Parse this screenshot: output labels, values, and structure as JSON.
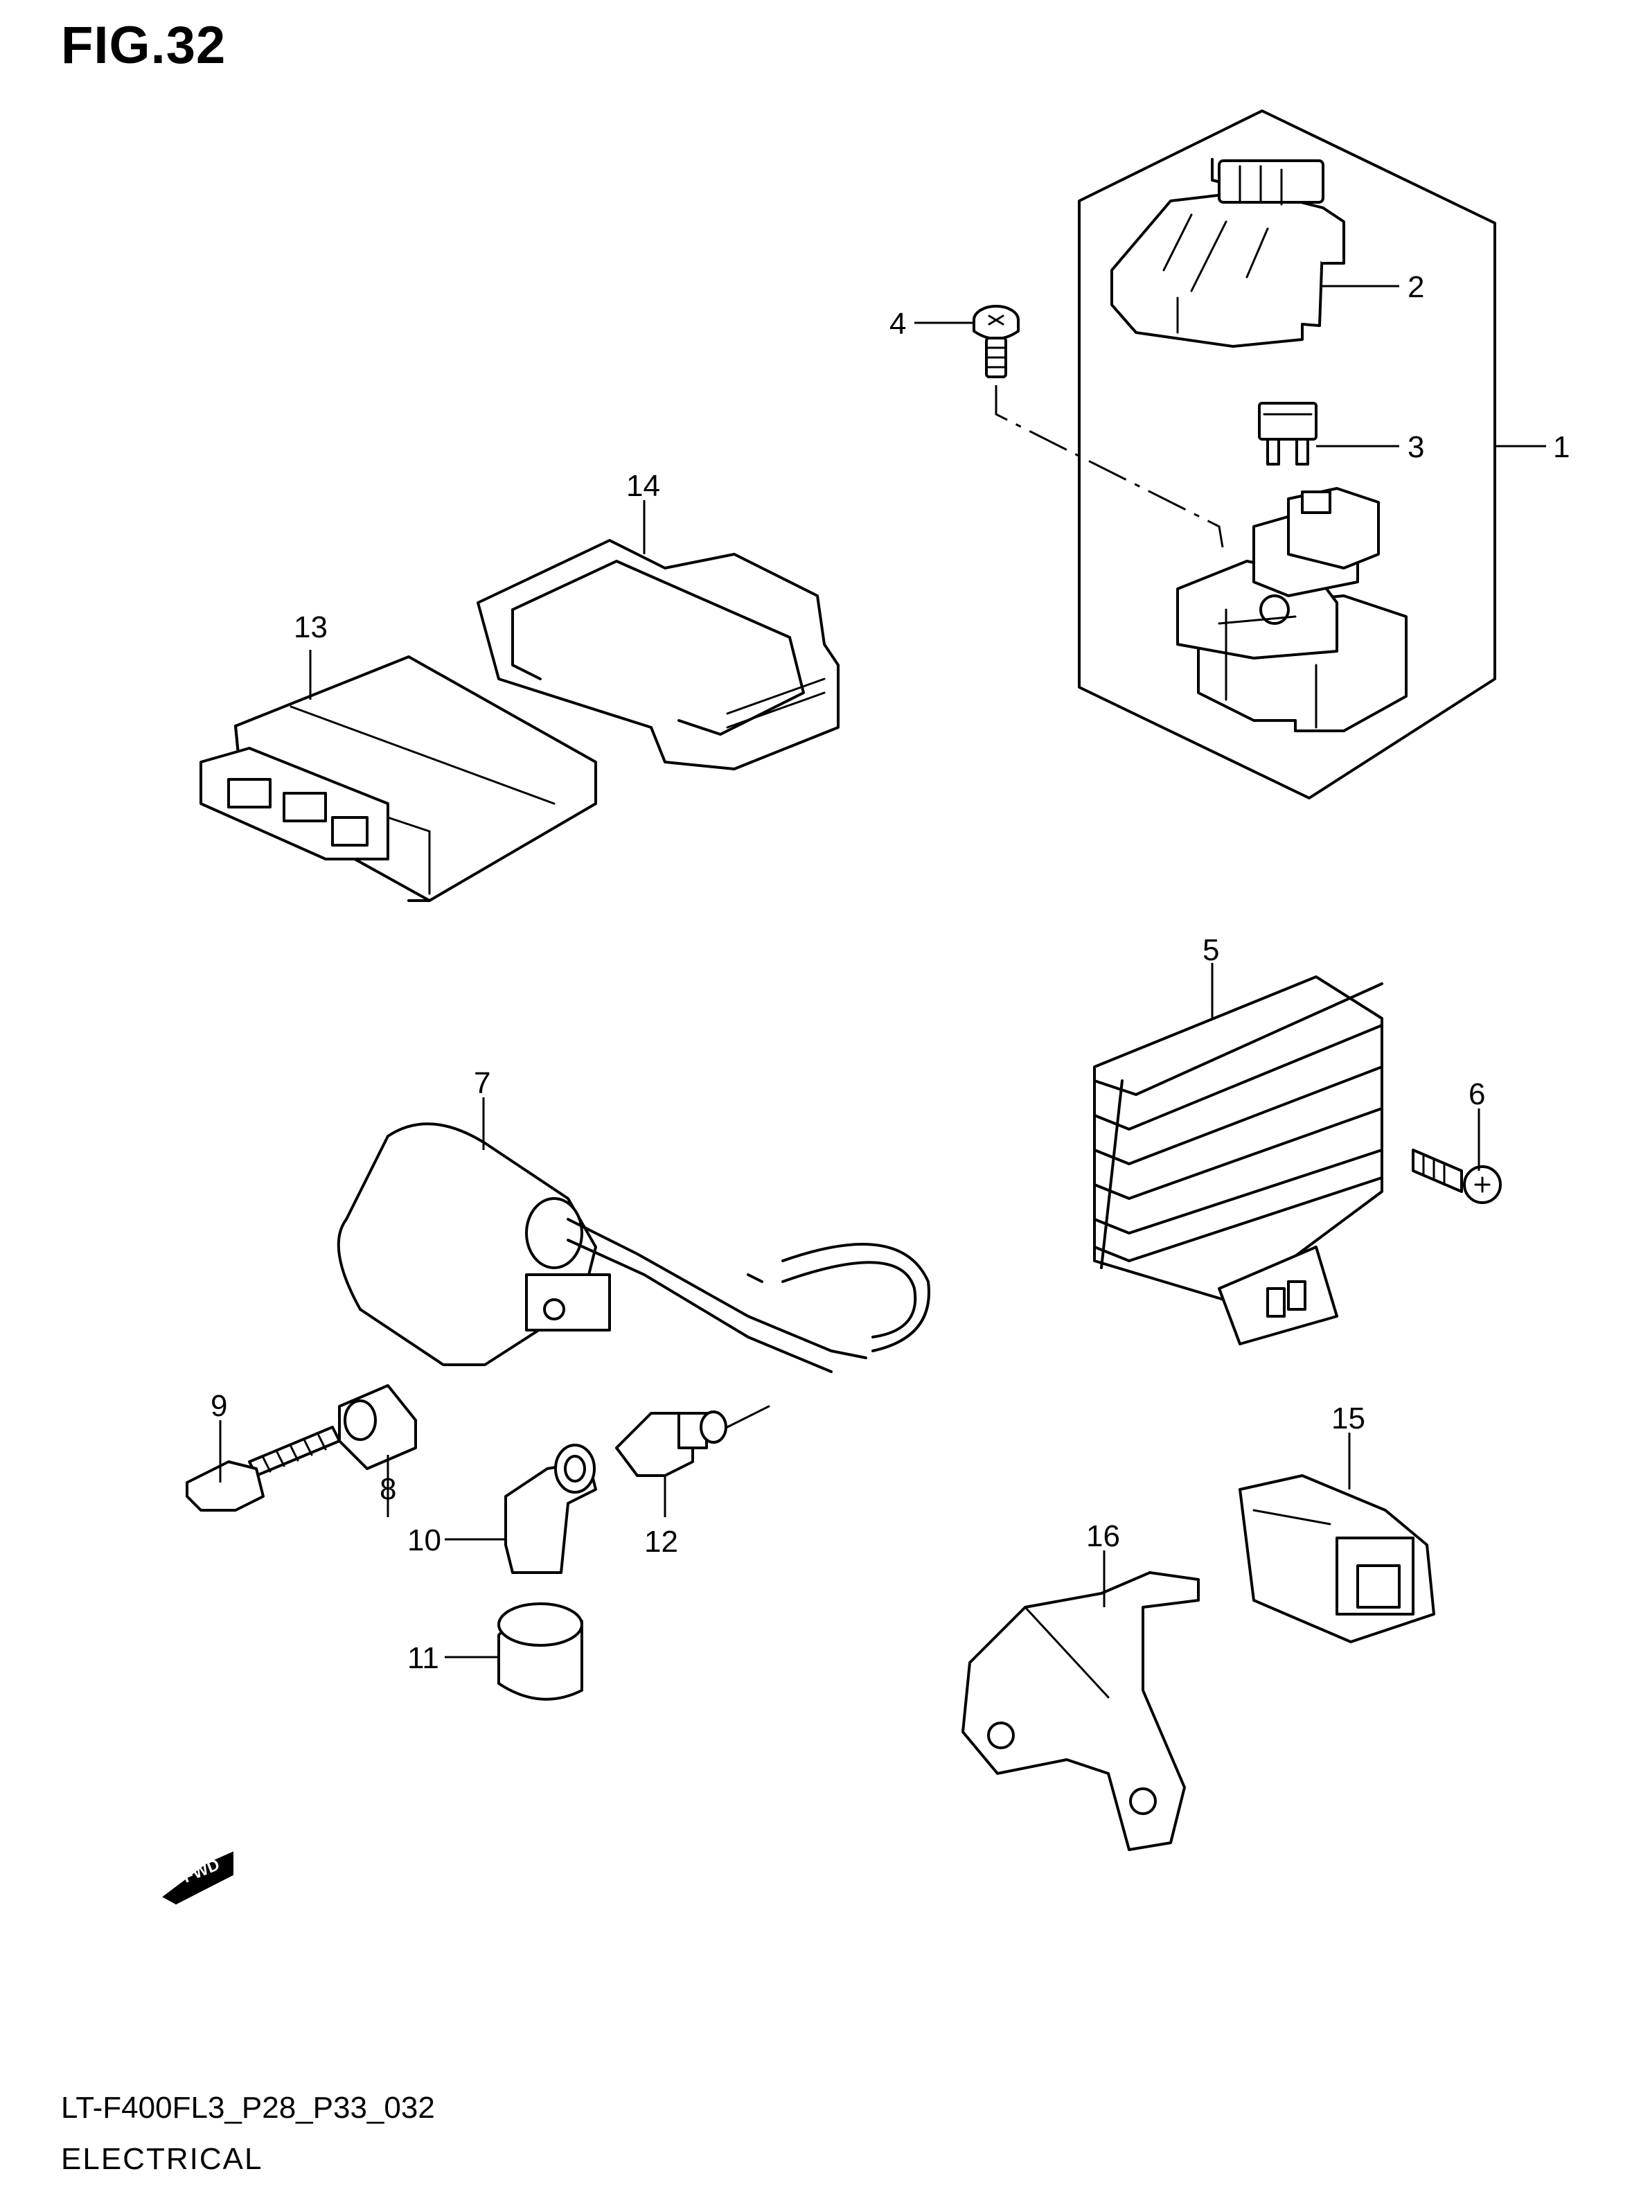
{
  "figure": {
    "title": "FIG.32",
    "code": "LT-F400FL3_P28_P33_032",
    "name": "ELECTRICAL"
  },
  "callouts": {
    "c1": "1",
    "c2": "2",
    "c3": "3",
    "c4": "4",
    "c5": "5",
    "c6": "6",
    "c7": "7",
    "c8": "8",
    "c9": "9",
    "c10": "10",
    "c11": "11",
    "c12": "12",
    "c13": "13",
    "c14": "14",
    "c15": "15",
    "c16": "16"
  },
  "fwd_label": "FWD",
  "colors": {
    "line": "#000000",
    "background": "#ffffff"
  }
}
